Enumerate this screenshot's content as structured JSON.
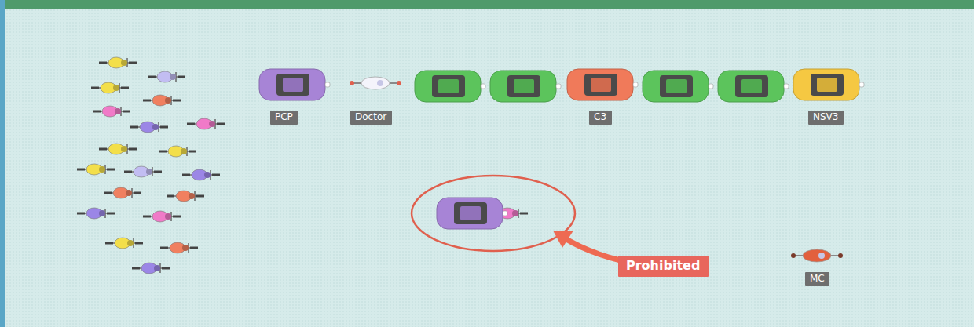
{
  "diagram": {
    "nodes": [
      {
        "text": [
          "PCP"
        ]
      },
      {
        "text": [
          "Doctor"
        ]
      },
      {
        "text": [
          "C3"
        ]
      },
      {
        "text": [
          "NSV3"
        ]
      },
      {
        "text": [
          "Prohibited"
        ]
      },
      {
        "text": [
          "MC"
        ]
      }
    ]
  }
}
